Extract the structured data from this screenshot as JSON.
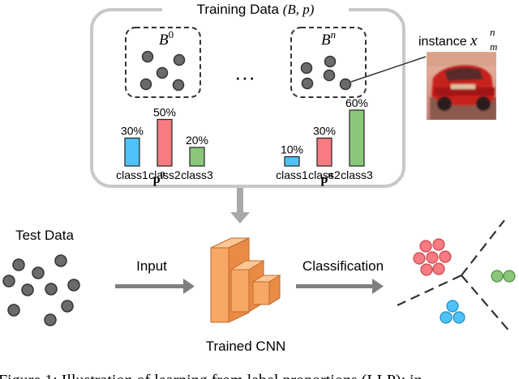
{
  "training_box": {
    "title_text": "Training Data ",
    "title_math": "(B, p)"
  },
  "bag_first": {
    "label": "B",
    "superscript": "0",
    "bars": [
      {
        "pct_label": "30%",
        "value": 30,
        "class_label": "class1",
        "color": "#4FC3F7"
      },
      {
        "pct_label": "50%",
        "value": 50,
        "class_label": "class2",
        "color": "#F77B80"
      },
      {
        "pct_label": "20%",
        "value": 20,
        "class_label": "class3",
        "color": "#8BC77A"
      }
    ],
    "vector_label": "p",
    "vector_sup": "0"
  },
  "ellipsis": "···",
  "bag_last": {
    "label": "B",
    "superscript": "n",
    "bars": [
      {
        "pct_label": "10%",
        "value": 10,
        "class_label": "class1",
        "color": "#4FC3F7"
      },
      {
        "pct_label": "30%",
        "value": 30,
        "class_label": "class2",
        "color": "#F77B80"
      },
      {
        "pct_label": "60%",
        "value": 60,
        "class_label": "class3",
        "color": "#8BC77A"
      }
    ],
    "vector_label": "p",
    "vector_sup": "n"
  },
  "instance": {
    "label_text": "instance ",
    "var": "x",
    "sup": "n",
    "sub": "m"
  },
  "test_data_label": "Test Data",
  "input_label": "Input",
  "cnn_label": "Trained CNN",
  "classification_label": "Classification",
  "caption_fragment": "Figure 1: Illustration of learning from label proportions (LLP); in",
  "colors": {
    "class1": "#4FC3F7",
    "class2": "#F77B80",
    "class3": "#8BC77A",
    "instance_dot": "#6b6b6b",
    "cnn": "#F7A866",
    "arrow": "#7f7f7f",
    "box_border": "#c8c8c8"
  }
}
